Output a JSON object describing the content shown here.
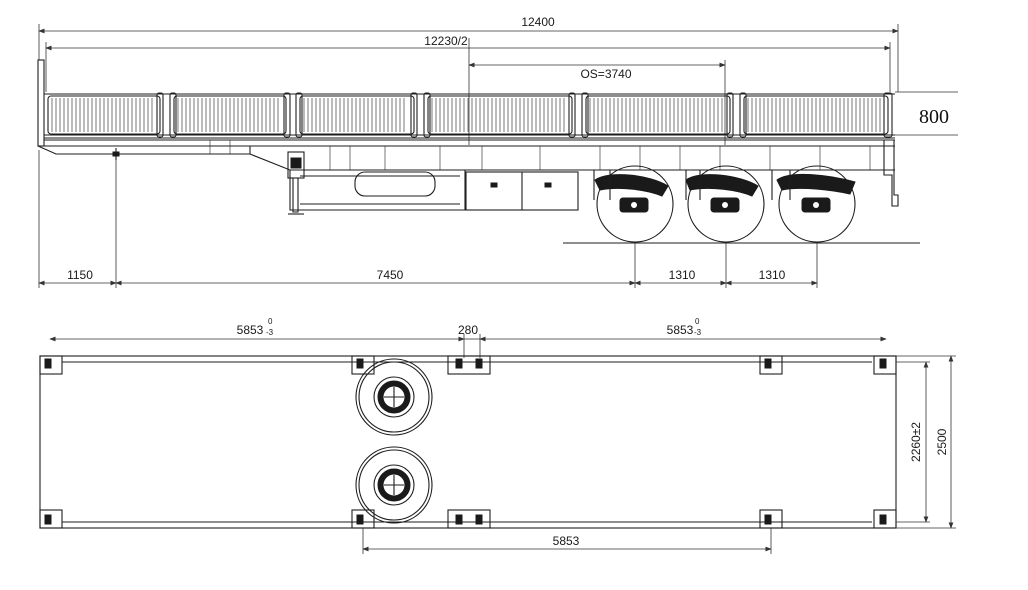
{
  "dimensions": {
    "overall_length": "12400",
    "half_kingpin": "12230/2",
    "axle_offset": "OS=3740",
    "side_panel_height": "800",
    "front_overhang": "1150",
    "kingpin_to_axle": "7450",
    "axle_spacing_1": "1310",
    "axle_spacing_2": "1310",
    "twistlock_left": "5853",
    "twistlock_left_tol_upper": "0",
    "twistlock_left_tol_lower": "-3",
    "twistlock_center": "280",
    "twistlock_right": "5853",
    "twistlock_right_tol_upper": "0",
    "twistlock_right_tol_lower": "-3",
    "inner_width": "2260±2",
    "overall_width": "2500",
    "bottom_spacing": "5853"
  }
}
